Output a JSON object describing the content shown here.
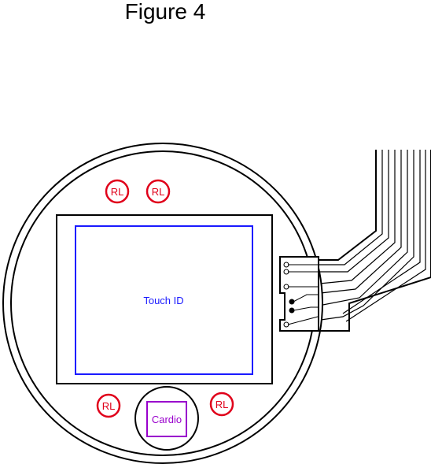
{
  "figure": {
    "title": "Figure 4"
  },
  "touch_id": {
    "label": "Touch ID"
  },
  "cardio": {
    "label": "Cardio"
  },
  "rl_markers": [
    {
      "label": "RL"
    },
    {
      "label": "RL"
    },
    {
      "label": "RL"
    },
    {
      "label": "RL"
    }
  ],
  "colors": {
    "outline": "#000000",
    "rl": "#e0001a",
    "touch_id": "#1a1aff",
    "cardio": "#9900cc"
  }
}
